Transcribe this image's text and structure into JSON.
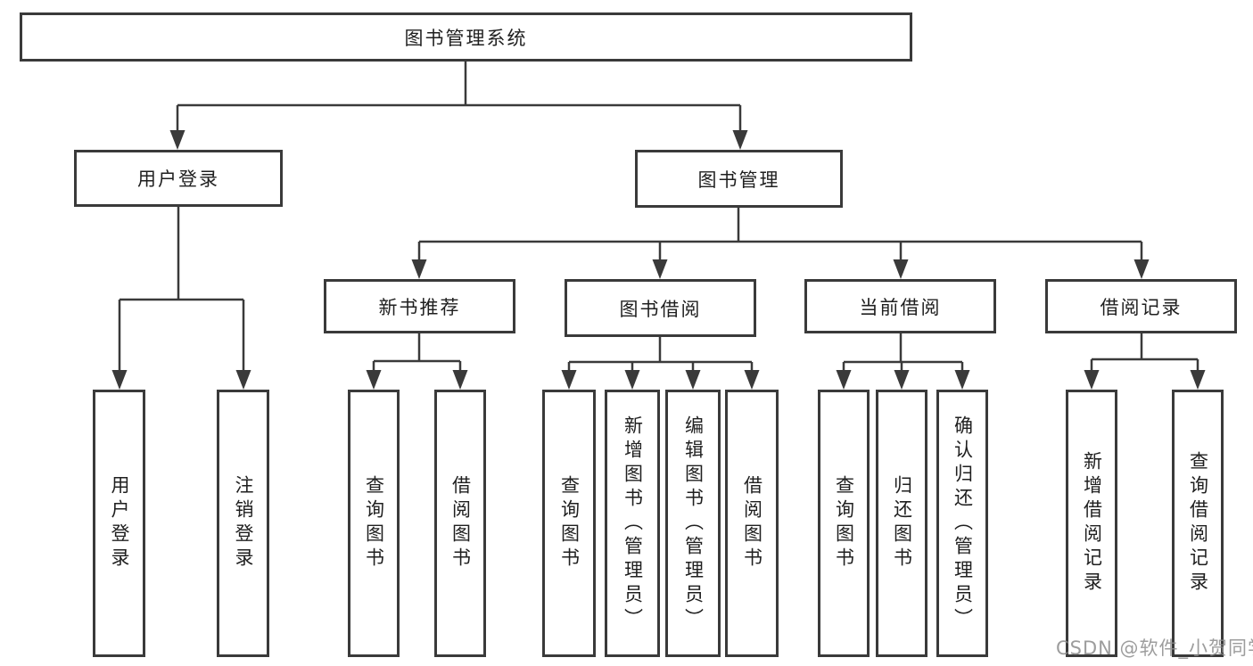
{
  "diagram": {
    "root": {
      "label": "图书管理系统"
    },
    "level2": [
      {
        "label": "用户登录"
      },
      {
        "label": "图书管理"
      }
    ],
    "level3": [
      {
        "label": "新书推荐"
      },
      {
        "label": "图书借阅"
      },
      {
        "label": "当前借阅"
      },
      {
        "label": "借阅记录"
      }
    ],
    "leaves": {
      "user_login": [
        {
          "label": "用户登录"
        },
        {
          "label": "注销登录"
        }
      ],
      "new_book": [
        {
          "label": "查询图书"
        },
        {
          "label": "借阅图书"
        }
      ],
      "book_borrow": [
        {
          "label": "查询图书"
        },
        {
          "label": "新增图书（管理员）"
        },
        {
          "label": "编辑图书（管理员）"
        },
        {
          "label": "借阅图书"
        }
      ],
      "current_borrow": [
        {
          "label": "查询图书"
        },
        {
          "label": "归还图书"
        },
        {
          "label": "确认归还（管理员）"
        }
      ],
      "borrow_records": [
        {
          "label": "新增借阅记录"
        },
        {
          "label": "查询借阅记录"
        }
      ]
    }
  },
  "watermark": {
    "text": "CSDN @软件_小贺同学"
  },
  "colors": {
    "line": "#3a3a3a",
    "text": "#1f1f1f",
    "watermark": "#8c8c8c",
    "background": "#ffffff"
  }
}
